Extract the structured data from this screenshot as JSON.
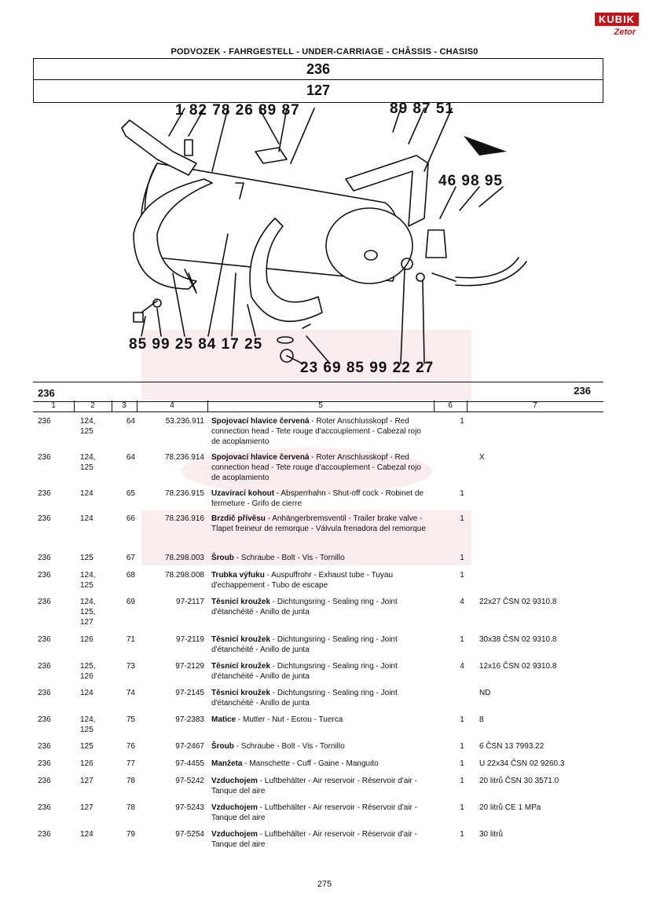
{
  "logo": {
    "brand": "KUBIK",
    "sub": "Zetor"
  },
  "header": {
    "title": "PODVOZEK - FAHRGESTELL - UNDER-CARRIAGE - CHÂSSIS - CHASIS0",
    "group": "236",
    "subgroup": "127"
  },
  "diagram": {
    "callouts_top_left": "1 82 78 26 89 87",
    "callouts_top_right": "89 87 51",
    "callouts_mid_right": "46 98 95",
    "callouts_bottom_left": "85 99 25 84 17 25",
    "callouts_bottom_right": "23 69 85 99 22 27"
  },
  "table": {
    "header_left": "236",
    "header_right": "236",
    "columns": [
      "1",
      "2",
      "3",
      "4",
      "5",
      "6",
      "7"
    ],
    "rows": [
      {
        "c1": "236",
        "c2": "124,\n125",
        "c3": "64",
        "c4": "53.236.911",
        "name": "Spojovací hlavice červená",
        "desc": " - Roter Anschlusskopf - Red connection head - Tete rouge d'accouplement - Cabezal rojo de acoplamiento",
        "c6": "1",
        "c7": ""
      },
      {
        "c1": "236",
        "c2": "124,\n125",
        "c3": "64",
        "c4": "78.236.914",
        "name": "Spojovací hlavice červená",
        "desc": " - Roter Anschlusskopf - Red connection head - Tete rouge d'accouplement - Cabezal rojo de acoplamiento",
        "c6": "",
        "c7": "X"
      },
      {
        "c1": "236",
        "c2": "124",
        "c3": "65",
        "c4": "78.236.915",
        "name": "Uzavírací kohout",
        "desc": " - Absperrhahn - Shut-off cock - Robinet de fermeture - Grifo de cierre",
        "c6": "1",
        "c7": ""
      },
      {
        "c1": "236",
        "c2": "124",
        "c3": "66",
        "c4": "78.236.916",
        "name": "Brzdič přívěsu",
        "desc": " - Anhängerbremsventil - Trailer brake valve - Tlapet freineur de remorque - Válvula frenadora del remorque",
        "c6": "1",
        "c7": ""
      },
      {
        "c1": "236",
        "c2": "125",
        "c3": "67",
        "c4": "78.298.003",
        "name": "Šroub",
        "desc": " - Schraube - Bolt - Vis - Tornillo",
        "c6": "1",
        "c7": ""
      },
      {
        "c1": "236",
        "c2": "124,\n125",
        "c3": "68",
        "c4": "78.298.008",
        "name": "Trubka výfuku",
        "desc": " - Auspuffrohr - Exhaust tube - Tuyau d'echappement - Tubo de escape",
        "c6": "1",
        "c7": ""
      },
      {
        "c1": "236",
        "c2": "124,\n125,\n127",
        "c3": "69",
        "c4": "97-2117",
        "name": "Těsnicí kroužek",
        "desc": " - Dichtungsring - Sealing ring - Joint d'étanchéité - Anillo de junta",
        "c6": "4",
        "c7": "22x27 ČSN 02 9310.8"
      },
      {
        "c1": "236",
        "c2": "126",
        "c3": "71",
        "c4": "97-2119",
        "name": "Těsnicí kroužek",
        "desc": " - Dichtungsring - Sealing ring - Joint d'étanchéité - Anillo de junta",
        "c6": "1",
        "c7": "30x38 ČSN 02 9310.8"
      },
      {
        "c1": "236",
        "c2": "125,\n126",
        "c3": "73",
        "c4": "97-2129",
        "name": "Těsnicí kroužek",
        "desc": " - Dichtungsring - Sealing ring - Joint d'étanchéité - Anillo de junta",
        "c6": "4",
        "c7": "12x16 ČSN 02 9310.8"
      },
      {
        "c1": "236",
        "c2": "124",
        "c3": "74",
        "c4": "97-2145",
        "name": "Těsnicí kroužek",
        "desc": " - Dichtungsring - Sealing ring - Joint d'étanchéité - Anillo de junta",
        "c6": "",
        "c7": "ND"
      },
      {
        "c1": "236",
        "c2": "124,\n125",
        "c3": "75",
        "c4": "97-2383",
        "name": "Matice",
        "desc": " - Mutter - Nut - Ecrou - Tuerca",
        "c6": "1",
        "c7": "8"
      },
      {
        "c1": "236",
        "c2": "125",
        "c3": "76",
        "c4": "97-2467",
        "name": "Šroub",
        "desc": " - Schraube - Bolt - Vis - Tornillo",
        "c6": "1",
        "c7": "6 ČSN 13 7993.22"
      },
      {
        "c1": "236",
        "c2": "126",
        "c3": "77",
        "c4": "97-4455",
        "name": "Manžeta",
        "desc": " - Manschette - Cuff - Gaine - Manguito",
        "c6": "1",
        "c7": "U 22x34 ČSN 02 9260.3"
      },
      {
        "c1": "236",
        "c2": "127",
        "c3": "78",
        "c4": "97-5242",
        "name": "Vzduchojem",
        "desc": " - Luftbehälter - Air reservoir - Réservoir d'air - Tanque del aire",
        "c6": "1",
        "c7": "20 litrů ČSN 30 3571.0"
      },
      {
        "c1": "236",
        "c2": "127",
        "c3": "78",
        "c4": "97-5243",
        "name": "Vzduchojem",
        "desc": " - Luftbehälter - Air reservoir - Réservoir d'air - Tanque del aire",
        "c6": "1",
        "c7": "20 litrů CE 1 MPa"
      },
      {
        "c1": "236",
        "c2": "124",
        "c3": "79",
        "c4": "97-5254",
        "name": "Vzduchojem",
        "desc": " - Luftbehälter - Air reservoir - Réservoir d'air - Tanque del aire",
        "c6": "1",
        "c7": "30 litrů"
      }
    ]
  },
  "footer": {
    "page": "275"
  }
}
